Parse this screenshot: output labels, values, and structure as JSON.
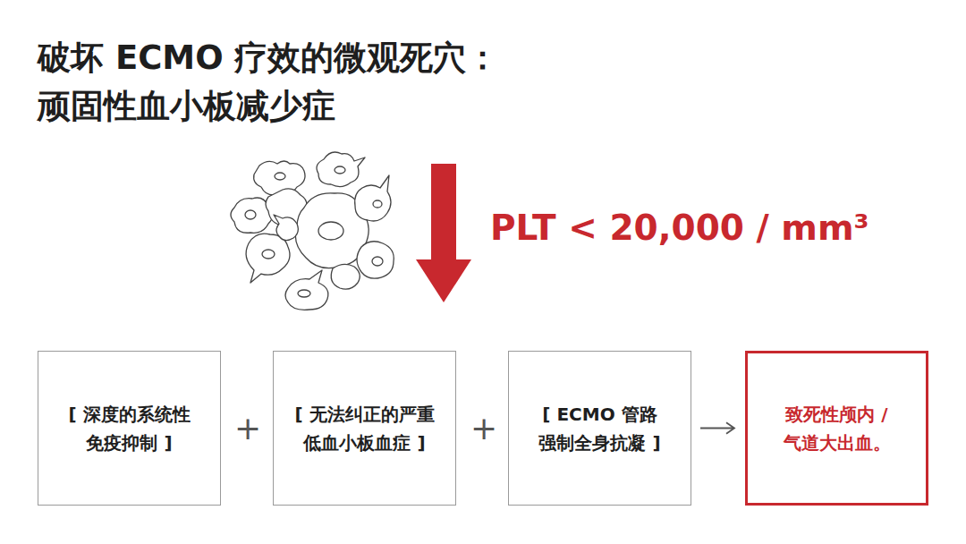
{
  "diagram": {
    "title": "破坏 ECMO 疗效的微观死穴： 顽固性血小板减少症",
    "nodes": [
      {
        "text": [
          "[ 深度的系统性 免疫抑制 ]"
        ]
      },
      {
        "text": [
          "[ 无法纠正的严重 低血小板血症 ]"
        ]
      },
      {
        "text": [
          "[ ECMO 管路 强制全身抗凝 ]"
        ]
      },
      {
        "text": [
          "致死性颅内 /气道大出血。"
        ]
      }
    ],
    "edges": [
      {
        "from": 2,
        "to": 3,
        "arrow": "to"
      }
    ],
    "labels": [
      "PLT < 20,000 / mm³",
      "+",
      "+"
    ]
  }
}
